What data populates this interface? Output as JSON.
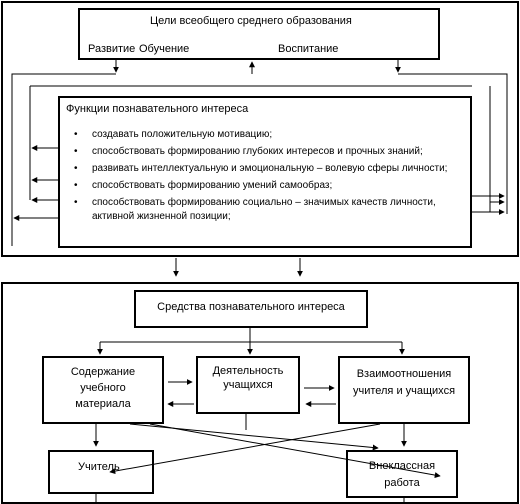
{
  "goals": {
    "title": "Цели всеобщего среднего образования",
    "razvitie": "Развитие",
    "obuchenie": "Обучение",
    "vospitanie": "Воспитание"
  },
  "functions": {
    "title": "Функции познавательного интереса",
    "items": [
      "создавать положительную мотивацию;",
      "способствовать формированию глубоких интересов и прочных знаний;",
      "развивать интеллектуальную и эмоциональную – волевую сферы личности;",
      "способствовать формированию умений самообраз;",
      "способствовать формированию социально – значимых качеств личности, активной жизненной позиции;"
    ],
    "bullet": "•"
  },
  "means": {
    "title": "Средства познавательного интереса",
    "content": "Содержание учебного материала",
    "activity": "Деятельность учащихся",
    "relations": "Взаимоотношения учителя и учащихся",
    "teacher": "Учитель",
    "extracurricular": "Внеклассная работа"
  }
}
